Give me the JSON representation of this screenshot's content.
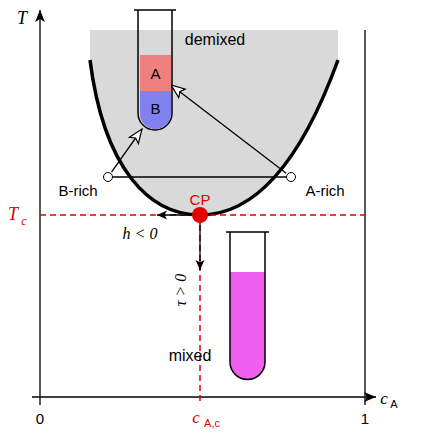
{
  "diagram": {
    "nodes": [
      {
        "text": [
          "A"
        ]
      },
      {
        "text": [
          "B"
        ]
      },
      {
        "text": [
          "B-rich"
        ]
      },
      {
        "text": [
          "A-rich"
        ]
      }
    ],
    "edges": [
      {
        "from": 2,
        "to": 1,
        "arrow": "to"
      },
      {
        "from": 3,
        "to": 0,
        "arrow": "to"
      }
    ],
    "labels": [
      "T",
      "demixed",
      "CP",
      "T",
      "c",
      "h < 0",
      "τ > 0",
      "mixed",
      "0",
      "c",
      "A",
      "1",
      "c",
      "A,c"
    ]
  }
}
